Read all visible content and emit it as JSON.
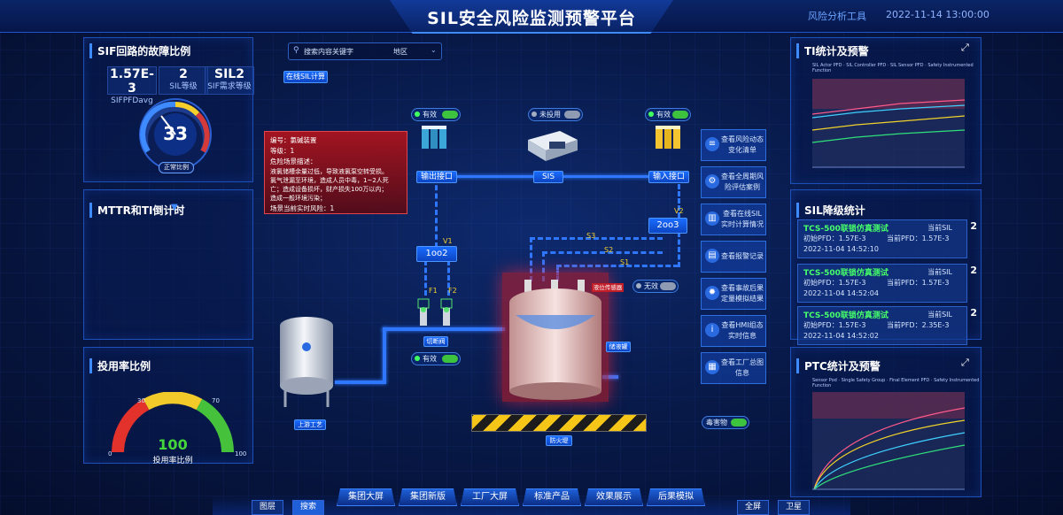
{
  "header": {
    "title": "SIL安全风险监测预警平台",
    "tool_link": "风险分析工具",
    "datetime": "2022-11-14 13:00:00"
  },
  "sif_panel": {
    "title": "SIF回路的故障比例",
    "stats": [
      {
        "value": "1.57E-3",
        "label": "SIFPFDavg"
      },
      {
        "value": "2",
        "label": "SIL等级"
      },
      {
        "value": "SIL2",
        "label": "SIF需求等级"
      }
    ],
    "gauge_value": "33",
    "gauge_status": "正常比例"
  },
  "mttr_panel": {
    "title": "MTTR和TI倒计时",
    "dropdown_icon": "caret-down-icon"
  },
  "usage_panel": {
    "title": "投用率比例",
    "value": "100",
    "label": "投用率比例",
    "ticks": [
      "0",
      "30",
      "70",
      "100"
    ],
    "fill_percent": 100
  },
  "search": {
    "placeholder": "搜索内容关键字",
    "region": "地区"
  },
  "online_calc_button": "在线SIL计算",
  "info_card": {
    "lines": [
      "编号：氯碱装置",
      "等级：1",
      "危险场景描述：",
      "液氯储槽余量过低，导致液氯泵空转受损。",
      "氯气泄漏至环境，造成人员中毒，1~2人死",
      "亡；造成设备损坏，财产损失100万以内；",
      "造成一般环境污染；",
      "场景当前实时风险：1"
    ]
  },
  "diagram": {
    "toggles": [
      {
        "label": "有效",
        "on": true
      },
      {
        "label": "未投用",
        "on": false
      },
      {
        "label": "有效",
        "on": true
      },
      {
        "label": "有效",
        "on": true
      },
      {
        "label": "无效",
        "on": false
      }
    ],
    "nodes": {
      "input_port": "输出接口",
      "sis": "SIS",
      "output_port": "输入接口",
      "voter_1oo2": "1oo2",
      "voter_2oo3": "2oo3",
      "valve": "切断阀",
      "tank": "储液罐",
      "upstream": "上游工艺",
      "firewall": "防火堤",
      "level_sensor": "液位传感器"
    },
    "flow_labels": [
      "V1",
      "V2",
      "S3",
      "S2",
      "S1",
      "F1",
      "F2"
    ]
  },
  "side_buttons": [
    {
      "icon": "list-icon",
      "label": "查看风险动态变化清单"
    },
    {
      "icon": "gear-icon",
      "label": "查看全周期风险评估案例"
    },
    {
      "icon": "chart-icon",
      "label": "查看在线SIL实时计算情况"
    },
    {
      "icon": "report-icon",
      "label": "查看报警记录"
    },
    {
      "icon": "cogs-icon",
      "label": "查看事故后果定量模拟结果"
    },
    {
      "icon": "info-icon",
      "label": "查看HMI组态实时信息"
    },
    {
      "icon": "factory-icon",
      "label": "查看工厂总图信息"
    }
  ],
  "poison_toggle": {
    "label": "毒害物",
    "on": true
  },
  "ti_panel": {
    "title": "TI统计及预警",
    "legend": [
      "SIL Actor PFD",
      "SIL Controller PFD",
      "SIL Sensor PFD",
      "Safety Instrumented Function"
    ]
  },
  "sil_panel": {
    "title": "SIL降级统计",
    "cards": [
      {
        "name": "TCS-500联锁仿真测试",
        "initial": "初始PFD：1.57E-3",
        "current": "当前PFD：1.57E-3",
        "time": "2022-11-04 14:52:10",
        "sil_label": "当前SIL",
        "sil": "2"
      },
      {
        "name": "TCS-500联锁仿真测试",
        "initial": "初始PFD：1.57E-3",
        "current": "当前PFD：1.57E-3",
        "time": "2022-11-04 14:52:04",
        "sil_label": "当前SIL",
        "sil": "2"
      },
      {
        "name": "TCS-500联锁仿真测试",
        "initial": "初始PFD：1.57E-3",
        "current": "当前PFD：2.35E-3",
        "time": "2022-11-04 14:52:02",
        "sil_label": "当前SIL",
        "sil": "2"
      }
    ]
  },
  "ptc_panel": {
    "title": "PTC统计及预警",
    "legend": [
      "Sensor Pod",
      "Single Safety Group",
      "Final Element PFD",
      "Safety Instrumented Function"
    ]
  },
  "bottom_nav": {
    "tabs": [
      "集团大屏",
      "集团新版",
      "工厂大屏",
      "标准产品",
      "效果展示",
      "后果模拟"
    ],
    "left": [
      "图层",
      "搜索"
    ],
    "right": [
      "全屏",
      "卫星"
    ]
  },
  "colors": {
    "accent": "#2f77ff",
    "ok": "#3dc33d",
    "danger": "#c02424",
    "warn": "#f5d02b"
  }
}
